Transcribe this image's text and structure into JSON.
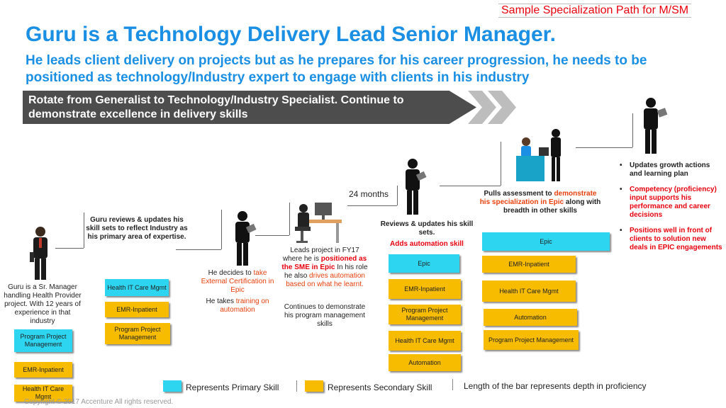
{
  "tag": "Sample Specialization Path for M/SM",
  "title": "Guru is a Technology Delivery Lead Senior Manager.",
  "subtitle": "He leads client delivery on projects but as he prepares for his career progression, he needs to be positioned as technology/Industry expert to engage with clients in his industry",
  "banner": "Rotate from Generalist to Technology/Industry Specialist. Continue to demonstrate excellence in delivery skills",
  "stage1": {
    "text": "Guru is a Sr. Manager handling Health Provider project.  With 12 years of experience in that industry",
    "skills": [
      "Program Project Management",
      "EMR-Inpatient",
      "Health IT Care Mgmt"
    ]
  },
  "stage2": {
    "text": "Guru reviews & updates his skill sets to reflect Industry as his primary area of expertise.",
    "skills": [
      "Health IT Care Mgmt",
      "EMR-Inpatient",
      "Program Project Management"
    ]
  },
  "stage3": {
    "t1a": "He decides to ",
    "t1b": "take External Certification in Epic",
    "t2a": "He takes ",
    "t2b": "training on automation"
  },
  "stage4": {
    "t1": "Leads project in FY17 where he is ",
    "t2": "positioned as the SME in Epic",
    "t3": " In his role he also ",
    "t4": "drives automation based on what he learnt.",
    "t5": "Continues to demonstrate his program management skills"
  },
  "stage5": {
    "duration": "24 months",
    "t1": "Reviews & updates his skill sets.",
    "t2": "Adds automation skill",
    "skills": [
      "Epic",
      "EMR-Inpatient",
      "Program Project Management",
      "Health IT Care Mgmt",
      "Automation"
    ]
  },
  "stage6": {
    "t1": "Pulls assessment to ",
    "t2": "demonstrate his specialization in Epic",
    "t3": " along with breadth in other skills",
    "skills": [
      "Epic",
      "EMR-Inpatient",
      "Health IT Care Mgmt",
      "Automation",
      "Program Project Management"
    ]
  },
  "stage7": {
    "bullets": [
      "Updates growth actions and learning plan",
      "Competency (proficiency) input supports his performance and career decisions",
      "Positions well in front of clients to solution new deals in EPIC engagements"
    ]
  },
  "legend": {
    "primary": "Represents Primary Skill",
    "secondary": "Represents Secondary Skill",
    "note": "Length of the bar represents depth in proficiency",
    "primary_color": "#2dd5f0",
    "secondary_color": "#f7bb00"
  },
  "copyright": "Copyright © 2017 Accenture  All rights reserved."
}
